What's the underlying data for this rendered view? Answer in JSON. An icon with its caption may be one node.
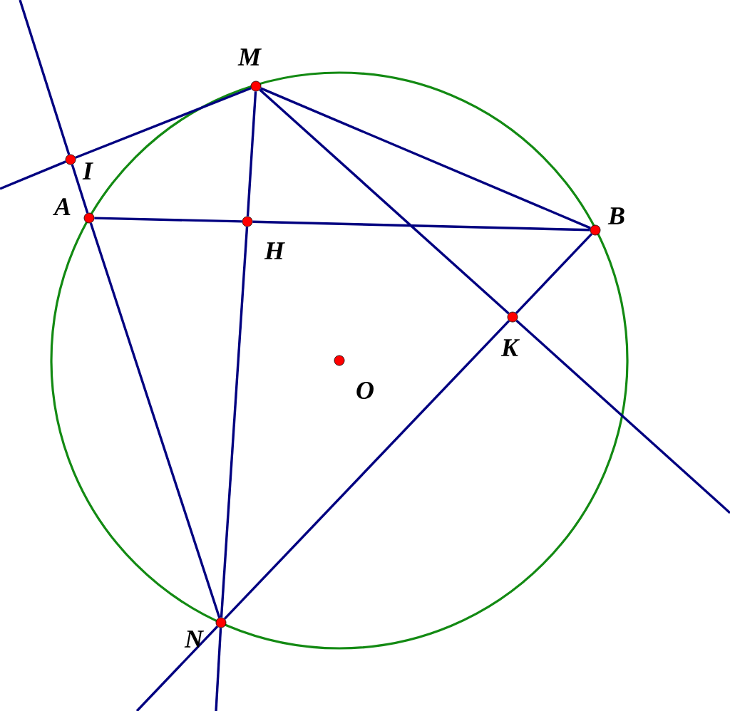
{
  "diagram": {
    "nodes": [
      {
        "text": [],
        "shape": "circle",
        "beside": [
          "M"
        ]
      },
      {
        "text": [],
        "shape": "circle",
        "beside": [
          "I"
        ]
      },
      {
        "text": [],
        "shape": "circle",
        "beside": [
          "A"
        ]
      },
      {
        "text": [],
        "shape": "circle",
        "beside": [
          "H"
        ]
      },
      {
        "text": [],
        "shape": "circle",
        "beside": [
          "B"
        ]
      },
      {
        "text": [],
        "shape": "circle",
        "beside": [
          "K"
        ]
      },
      {
        "text": [],
        "shape": "circle",
        "beside": [
          "O"
        ]
      },
      {
        "text": [],
        "shape": "circle",
        "beside": [
          "N"
        ]
      }
    ],
    "edges": [
      {
        "from": 0,
        "to": 1,
        "arrow": "none"
      },
      {
        "from": 1,
        "to": null,
        "arrow": "none"
      },
      {
        "from": null,
        "to": 1,
        "arrow": "none"
      },
      {
        "from": 1,
        "to": 2,
        "arrow": "none"
      },
      {
        "from": 2,
        "to": 7,
        "arrow": "none"
      },
      {
        "from": 0,
        "to": 3,
        "arrow": "none"
      },
      {
        "from": 3,
        "to": 7,
        "arrow": "none"
      },
      {
        "from": 7,
        "to": null,
        "arrow": "none"
      },
      {
        "from": 2,
        "to": 3,
        "arrow": "none"
      },
      {
        "from": 3,
        "to": 4,
        "arrow": "none"
      },
      {
        "from": 0,
        "to": 4,
        "arrow": "none"
      },
      {
        "from": 0,
        "to": 5,
        "arrow": "none"
      },
      {
        "from": 5,
        "to": null,
        "arrow": "none"
      },
      {
        "from": 4,
        "to": 5,
        "arrow": "none"
      },
      {
        "from": 5,
        "to": 7,
        "arrow": "none"
      },
      {
        "from": 7,
        "to": null,
        "arrow": "none"
      }
    ]
  }
}
